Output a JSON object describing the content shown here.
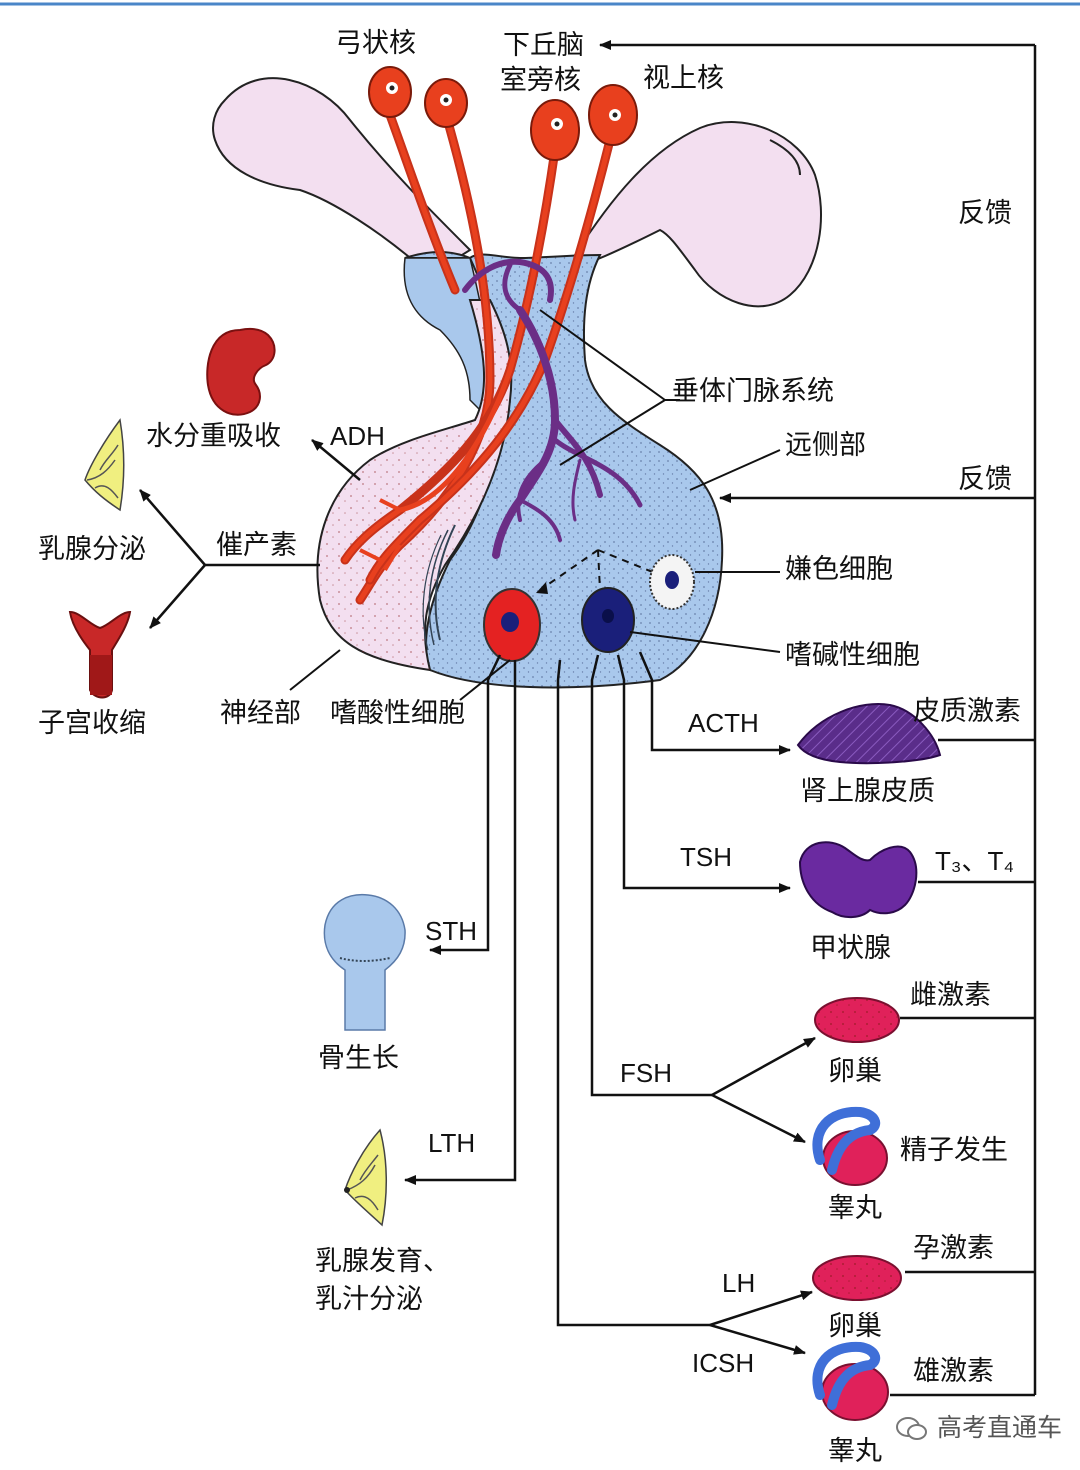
{
  "hypothalamus": {
    "arcuate": "弓状核",
    "hypothalamus_line": "下丘脑",
    "paraventricular": "室旁核",
    "supraoptic": "视上核"
  },
  "feedback_top": "反馈",
  "feedback_mid": "反馈",
  "portal_system": "垂体门脉系统",
  "distal_part": "远侧部",
  "chromophobe": "嫌色细胞",
  "basophil": "嗜碱性细胞",
  "acidophil": "嗜酸性细胞",
  "neural_part": "神经部",
  "posterior": {
    "adh": "ADH",
    "water_reabsorption": "水分重吸收",
    "oxytocin": "催产素",
    "milk_ejection": "乳腺分泌",
    "uterus_contraction": "子宫收缩"
  },
  "targets": {
    "acth": "ACTH",
    "cortex_hormone": "皮质激素",
    "adrenal_cortex": "肾上腺皮质",
    "tsh": "TSH",
    "t3t4": "T₃、T₄",
    "thyroid": "甲状腺",
    "sth": "STH",
    "bone_growth": "骨生长",
    "estrogen": "雌激素",
    "ovary1": "卵巢",
    "fsh": "FSH",
    "spermatogenesis": "精子发生",
    "testis1": "睾丸",
    "lth": "LTH",
    "mammary_line1": "乳腺发育、",
    "mammary_line2": "乳汁分泌",
    "progesterone": "孕激素",
    "lh": "LH",
    "ovary2": "卵巢",
    "icsh": "ICSH",
    "androgen": "雄激素",
    "testis2": "睾丸"
  },
  "watermark": "高考直通车",
  "colors": {
    "hypothalamus_pink": "#f3dff0",
    "anterior_blue": "#a9c8ec",
    "neuron_red": "#e8401e",
    "portal_purple": "#6b2e86",
    "acidophil_red": "#e42222",
    "basophil_navy": "#1a1f7a",
    "ovary_magenta": "#e0215a",
    "testis_blue": "#3f6fd8"
  },
  "icons": [
    "kidney-icon",
    "mammary-gland-icon",
    "uterus-icon",
    "bone-icon",
    "adrenal-icon",
    "thyroid-icon",
    "ovary-icon",
    "testis-icon",
    "wechat-icon"
  ]
}
